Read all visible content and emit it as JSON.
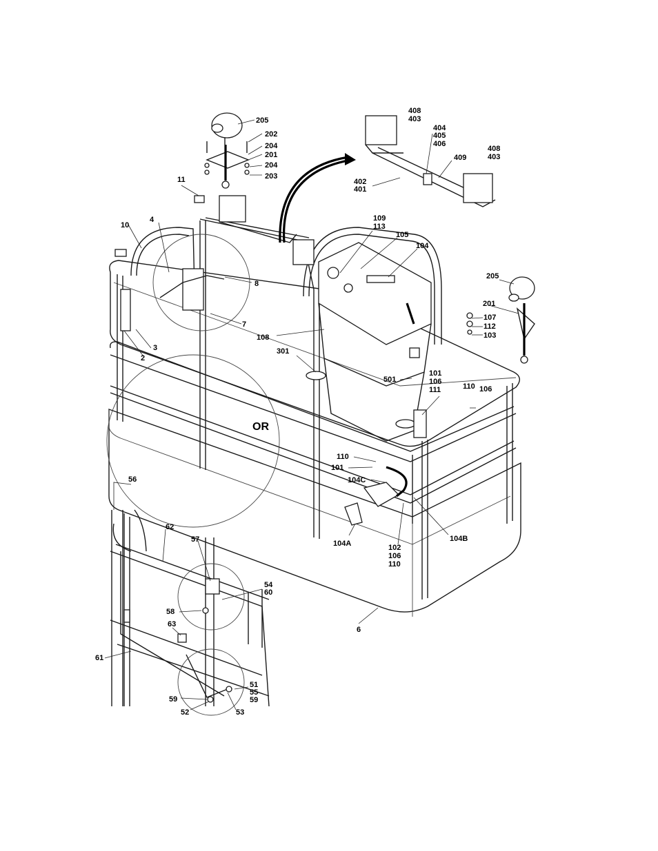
{
  "callouts": [
    {
      "id": "c205a",
      "text": "205"
    },
    {
      "id": "c202",
      "text": "202"
    },
    {
      "id": "c204a",
      "text": "204"
    },
    {
      "id": "c201a",
      "text": "201"
    },
    {
      "id": "c204b",
      "text": "204"
    },
    {
      "id": "c203",
      "text": "203"
    },
    {
      "id": "c408a",
      "text": "408"
    },
    {
      "id": "c403a",
      "text": "403"
    },
    {
      "id": "c404",
      "text": "404"
    },
    {
      "id": "c405",
      "text": "405"
    },
    {
      "id": "c406",
      "text": "406"
    },
    {
      "id": "c409",
      "text": "409"
    },
    {
      "id": "c408b",
      "text": "408"
    },
    {
      "id": "c403b",
      "text": "403"
    },
    {
      "id": "c402",
      "text": "402"
    },
    {
      "id": "c401",
      "text": "401"
    },
    {
      "id": "c11",
      "text": "11"
    },
    {
      "id": "c10",
      "text": "10"
    },
    {
      "id": "c4",
      "text": "4"
    },
    {
      "id": "c8",
      "text": "8"
    },
    {
      "id": "c7",
      "text": "7"
    },
    {
      "id": "c3",
      "text": "3"
    },
    {
      "id": "c2",
      "text": "2"
    },
    {
      "id": "c109",
      "text": "109"
    },
    {
      "id": "c113",
      "text": "113"
    },
    {
      "id": "c105",
      "text": "105"
    },
    {
      "id": "c104",
      "text": "104"
    },
    {
      "id": "c205b",
      "text": "205"
    },
    {
      "id": "c201b",
      "text": "201"
    },
    {
      "id": "c107",
      "text": "107"
    },
    {
      "id": "c112",
      "text": "112"
    },
    {
      "id": "c103",
      "text": "103"
    },
    {
      "id": "c108",
      "text": "108"
    },
    {
      "id": "c301",
      "text": "301"
    },
    {
      "id": "c501",
      "text": "501"
    },
    {
      "id": "c101a",
      "text": "101"
    },
    {
      "id": "c106a",
      "text": "106"
    },
    {
      "id": "c111",
      "text": "111"
    },
    {
      "id": "c110a",
      "text": "110"
    },
    {
      "id": "c106b",
      "text": "106"
    },
    {
      "id": "cOR",
      "text": "OR"
    },
    {
      "id": "c110b",
      "text": "110"
    },
    {
      "id": "c101b",
      "text": "101"
    },
    {
      "id": "c104C",
      "text": "104C"
    },
    {
      "id": "c104A",
      "text": "104A"
    },
    {
      "id": "c104B",
      "text": "104B"
    },
    {
      "id": "c102",
      "text": "102"
    },
    {
      "id": "c106c",
      "text": "106"
    },
    {
      "id": "c110c",
      "text": "110"
    },
    {
      "id": "c6",
      "text": "6"
    },
    {
      "id": "c56",
      "text": "56"
    },
    {
      "id": "c62",
      "text": "62"
    },
    {
      "id": "c57",
      "text": "57"
    },
    {
      "id": "c54",
      "text": "54"
    },
    {
      "id": "c60",
      "text": "60"
    },
    {
      "id": "c58",
      "text": "58"
    },
    {
      "id": "c63",
      "text": "63"
    },
    {
      "id": "c61",
      "text": "61"
    },
    {
      "id": "c51",
      "text": "51"
    },
    {
      "id": "c55",
      "text": "55"
    },
    {
      "id": "c59a",
      "text": "59"
    },
    {
      "id": "c59b",
      "text": "59"
    },
    {
      "id": "c52",
      "text": "52"
    },
    {
      "id": "c53",
      "text": "53"
    }
  ]
}
